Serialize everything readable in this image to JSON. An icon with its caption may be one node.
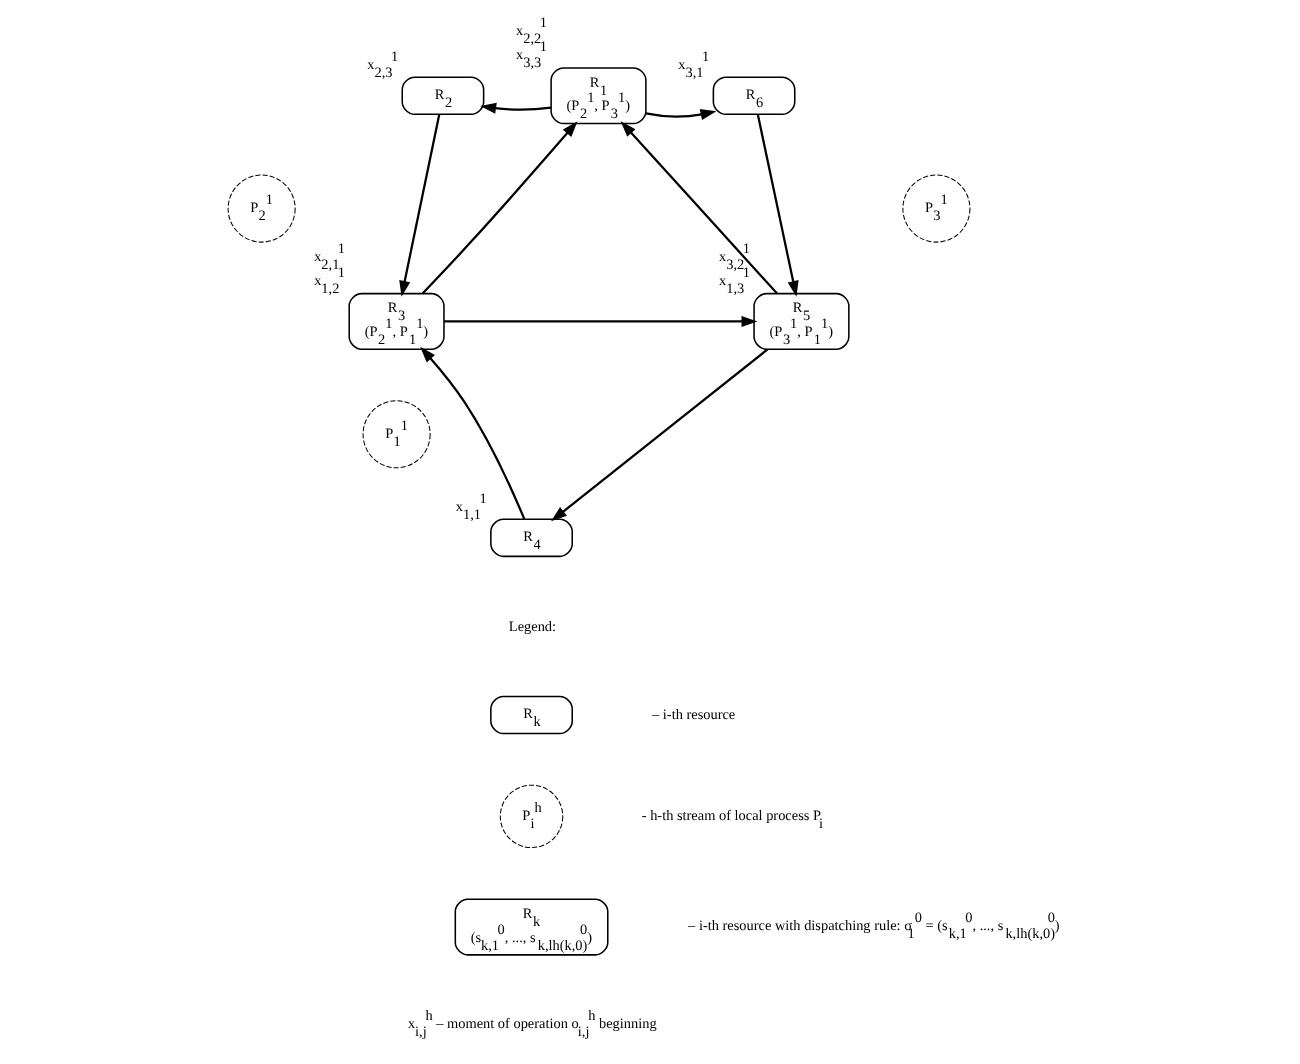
{
  "diagram": {
    "nodes": [
      {
        "text": [
          "R$_{1}$",
          "(P$_{2}$$^{1}$, P$_{3}$$^{1}$)"
        ],
        "beside": [
          "x$_{2,2}$$^{1}$",
          "x$_{3,3}$$^{1}$"
        ]
      },
      {
        "text": [
          "R$_{2}$"
        ],
        "beside": [
          "x$_{2,3}$$^{1}$"
        ]
      },
      {
        "text": [
          "R$_{6}$"
        ],
        "beside": [
          "x$_{3,1}$$^{1}$"
        ]
      },
      {
        "text": [
          "P$_{2}$$^{1}$"
        ]
      },
      {
        "text": [
          "P$_{3}$$^{1}$"
        ]
      },
      {
        "text": [
          "R$_{3}$",
          "(P$_{2}$$^{1}$, P$_{1}$$^{1}$)"
        ],
        "beside": [
          "x$_{2,1}$$^{1}$",
          "x$_{1,2}$$^{1}$"
        ]
      },
      {
        "text": [
          "R$_{5}$",
          "(P$_{3}$$^{1}$, P$_{1}$$^{1}$)"
        ],
        "beside": [
          "x$_{3,2}$$^{1}$",
          "x$_{1,3}$$^{1}$"
        ]
      },
      {
        "text": [
          "P$_{1}$$^{1}$"
        ]
      },
      {
        "text": [
          "R$_{4}$"
        ],
        "beside": [
          "x$_{1,1}$$^{1}$"
        ]
      },
      {
        "text": [
          "R$_{k}$"
        ]
      },
      {
        "text": [
          "P$_{i}$$^{h}$"
        ]
      },
      {
        "text": [
          "R$_{k}$",
          "(s$_{k,1}$$^{0}$, ..., s$_{k,lh(k,0)}$$^{0}$)"
        ]
      }
    ],
    "edges": [
      {
        "from": 0,
        "to": 1,
        "arrow": "to"
      },
      {
        "from": 0,
        "to": 2,
        "arrow": "to"
      },
      {
        "from": 1,
        "to": 5,
        "arrow": "to"
      },
      {
        "from": 2,
        "to": 6,
        "arrow": "to"
      },
      {
        "from": 5,
        "to": 0,
        "arrow": "to"
      },
      {
        "from": 6,
        "to": 0,
        "arrow": "to"
      },
      {
        "from": 5,
        "to": 6,
        "arrow": "to"
      },
      {
        "from": 8,
        "to": 5,
        "arrow": "to"
      },
      {
        "from": 6,
        "to": 8,
        "arrow": "to"
      }
    ],
    "labels": [
      "Legend:",
      "x$_{i,j}$$^{h}$ – moment of operation o$_{i,j}$$^{h}$ beginning"
    ],
    "legend": [
      {
        "text": "– i-th resource"
      },
      {
        "text": "- h-th stream of local process P$_{i}$"
      },
      {
        "text": "– i-th resource with dispatching rule: σ$_{1}$$^{0}$ = (s$_{k,1}$$^{0}$, ..., s$_{k,lh(k,0)}$$^{0}$)"
      }
    ]
  }
}
